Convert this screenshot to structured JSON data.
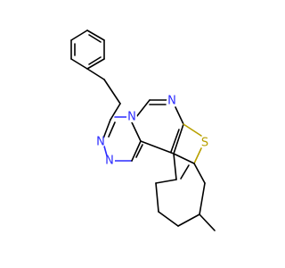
{
  "molecule": {
    "atoms": [
      {
        "id": "n_ring_a",
        "symbol": "N"
      },
      {
        "id": "n_ring_b",
        "symbol": "N"
      },
      {
        "id": "n_ring_c",
        "symbol": "N"
      },
      {
        "id": "n_ring_d",
        "symbol": "N"
      },
      {
        "id": "s_ring",
        "symbol": "S"
      }
    ],
    "colors": {
      "nitrogen": "#2b2bff",
      "sulfur": "#b8a000",
      "carbon": "#000000"
    }
  }
}
